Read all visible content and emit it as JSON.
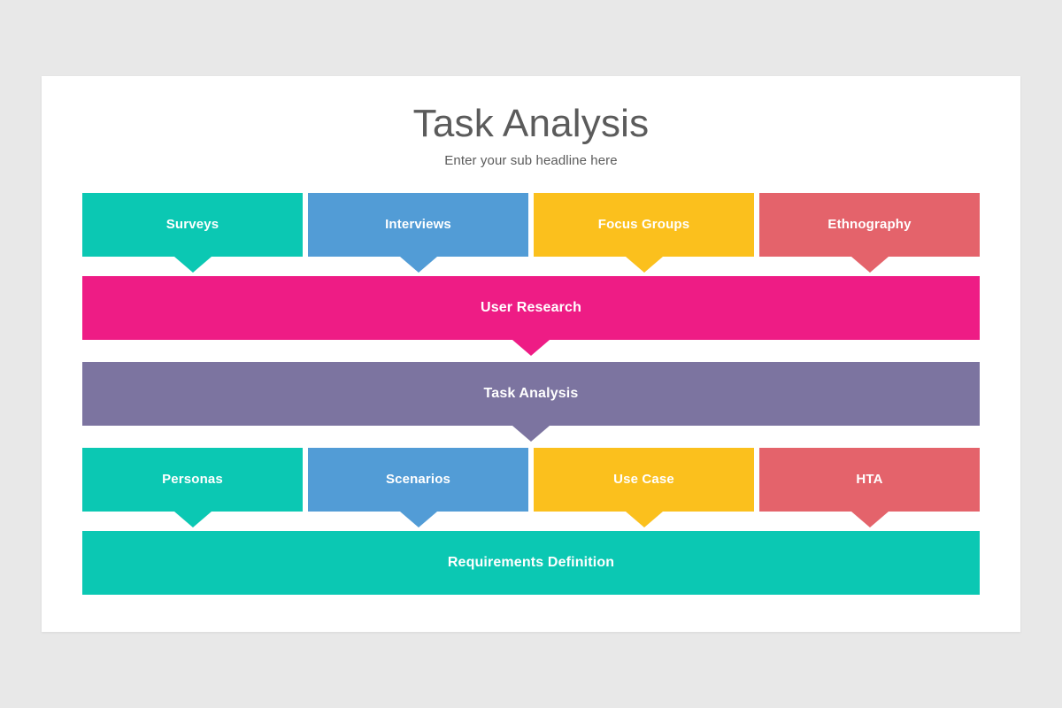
{
  "header": {
    "title": "Task Analysis",
    "subtitle": "Enter your sub headline here"
  },
  "palette": {
    "teal": "#0BC8B3",
    "blue": "#529CD6",
    "yellow": "#FBC01D",
    "salmon": "#E4636B",
    "pink": "#EE1C85",
    "purple": "#7C74A0",
    "background": "#E8E8E8",
    "card": "#FFFFFF",
    "title_text": "#5B5B5B",
    "node_text": "#FFFFFF"
  },
  "diagram": {
    "type": "flowchart",
    "rows": [
      {
        "id": "row-methods",
        "layout": "four-up",
        "nodes": [
          {
            "label": "Surveys",
            "color": "#0BC8B3",
            "arrow": true
          },
          {
            "label": "Interviews",
            "color": "#529CD6",
            "arrow": true
          },
          {
            "label": "Focus Groups",
            "color": "#FBC01D",
            "arrow": true
          },
          {
            "label": "Ethnography",
            "color": "#E4636B",
            "arrow": true
          }
        ]
      },
      {
        "id": "row-user-research",
        "layout": "full-width",
        "nodes": [
          {
            "label": "User Research",
            "color": "#EE1C85",
            "arrow": true
          }
        ]
      },
      {
        "id": "row-task-analysis",
        "layout": "full-width",
        "nodes": [
          {
            "label": "Task Analysis",
            "color": "#7C74A0",
            "arrow": true
          }
        ]
      },
      {
        "id": "row-artifacts",
        "layout": "four-up",
        "nodes": [
          {
            "label": "Personas",
            "color": "#0BC8B3",
            "arrow": true
          },
          {
            "label": "Scenarios",
            "color": "#529CD6",
            "arrow": true
          },
          {
            "label": "Use Case",
            "color": "#FBC01D",
            "arrow": true
          },
          {
            "label": "HTA",
            "color": "#E4636B",
            "arrow": true
          }
        ]
      },
      {
        "id": "row-requirements",
        "layout": "full-width",
        "nodes": [
          {
            "label": "Requirements Definition",
            "color": "#0BC8B3",
            "arrow": false
          }
        ]
      }
    ]
  }
}
